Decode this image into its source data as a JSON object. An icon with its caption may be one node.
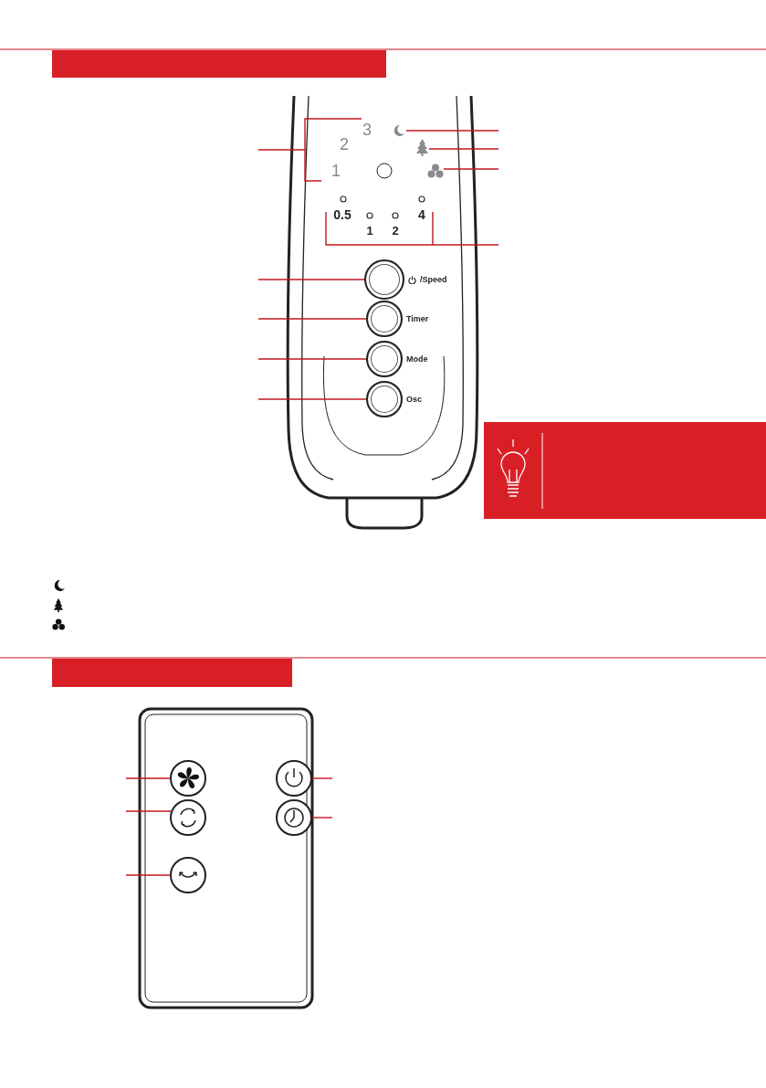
{
  "diagram": {
    "nodes": [
      {
        "text": [
          "3",
          "2",
          "1"
        ]
      },
      {
        "text": [],
        "shape": "moon"
      },
      {
        "text": [],
        "shape": "tree"
      },
      {
        "text": [],
        "shape": "fan"
      },
      {
        "text": [
          "0.5",
          "1",
          "2",
          "4"
        ]
      },
      {
        "text": [
          "/Speed"
        ]
      },
      {
        "text": [
          "Timer"
        ]
      },
      {
        "text": [
          "Mode"
        ]
      },
      {
        "text": [
          "Osc"
        ]
      },
      {
        "text": [],
        "shape": "circle"
      },
      {
        "text": [],
        "shape": "circle"
      },
      {
        "text": [],
        "shape": "circle"
      },
      {
        "text": [],
        "shape": "circle"
      },
      {
        "text": [],
        "shape": "circle"
      }
    ],
    "edges": [
      {
        "from": null,
        "to": 0,
        "arrow": "none"
      },
      {
        "from": null,
        "to": 1,
        "arrow": "none"
      },
      {
        "from": null,
        "to": 2,
        "arrow": "none"
      },
      {
        "from": null,
        "to": 3,
        "arrow": "none"
      },
      {
        "from": null,
        "to": 4,
        "arrow": "none"
      },
      {
        "from": null,
        "to": 5,
        "arrow": "none"
      },
      {
        "from": null,
        "to": 6,
        "arrow": "none"
      },
      {
        "from": null,
        "to": 7,
        "arrow": "none"
      },
      {
        "from": null,
        "to": 8,
        "arrow": "none"
      },
      {
        "from": null,
        "to": 9,
        "arrow": "none"
      },
      {
        "from": null,
        "to": 10,
        "arrow": "none"
      },
      {
        "from": null,
        "to": 11,
        "arrow": "none"
      },
      {
        "from": null,
        "to": 12,
        "arrow": "none"
      },
      {
        "from": null,
        "to": 13,
        "arrow": "none"
      }
    ]
  }
}
